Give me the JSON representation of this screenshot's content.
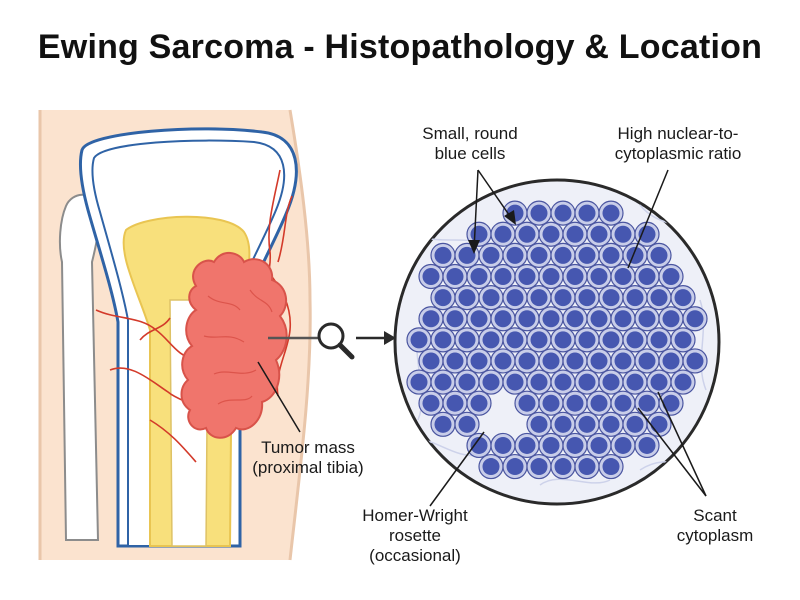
{
  "title": "Ewing Sarcoma - Histopathology & Location",
  "labels": {
    "small_round_1": "Small, round",
    "small_round_2": "blue cells",
    "high_ratio_1": "High nuclear-to-",
    "high_ratio_2": "cytoplasmic ratio",
    "tumor_1": "Tumor mass",
    "tumor_2": "(proximal tibia)",
    "rosette_1": "Homer-Wright",
    "rosette_2": "rosette",
    "rosette_3": "(occasional)",
    "scant_1": "Scant",
    "scant_2": "cytoplasm"
  },
  "icons": [
    "magnifier-icon",
    "arrow-right-icon"
  ],
  "colors": {
    "skin": "#fbe3cf",
    "bone_outline": "#2f63a6",
    "marrow": "#f8e07c",
    "tumor": "#f0756c",
    "vessel": "#d33a2a",
    "cell_nucleus": "#4657b0",
    "cell_cytoplasm": "#c8cde9",
    "circle_bg": "#eef0f8"
  }
}
